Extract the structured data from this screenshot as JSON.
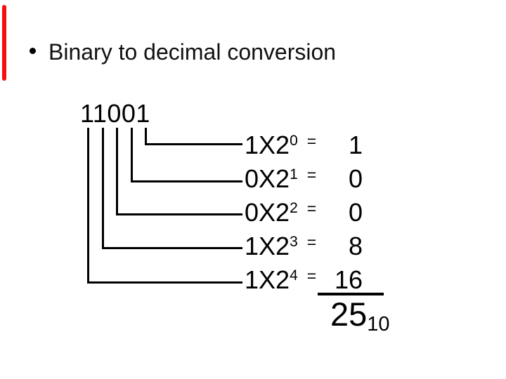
{
  "slide": {
    "accent_color": "#f50f0f",
    "title": "Binary to decimal conversion",
    "binary_number": "11001",
    "rows": [
      {
        "label": "1X2",
        "exponent": "0",
        "equals": "=",
        "value": "1"
      },
      {
        "label": "0X2",
        "exponent": "1",
        "equals": "=",
        "value": "0"
      },
      {
        "label": "0X2",
        "exponent": "2",
        "equals": "=",
        "value": "0"
      },
      {
        "label": "1X2",
        "exponent": "3",
        "equals": "=",
        "value": "8"
      },
      {
        "label": "1X2",
        "exponent": "4",
        "equals": "=",
        "value": "16"
      }
    ],
    "result": {
      "value": "25",
      "base_subscript": "10"
    }
  }
}
